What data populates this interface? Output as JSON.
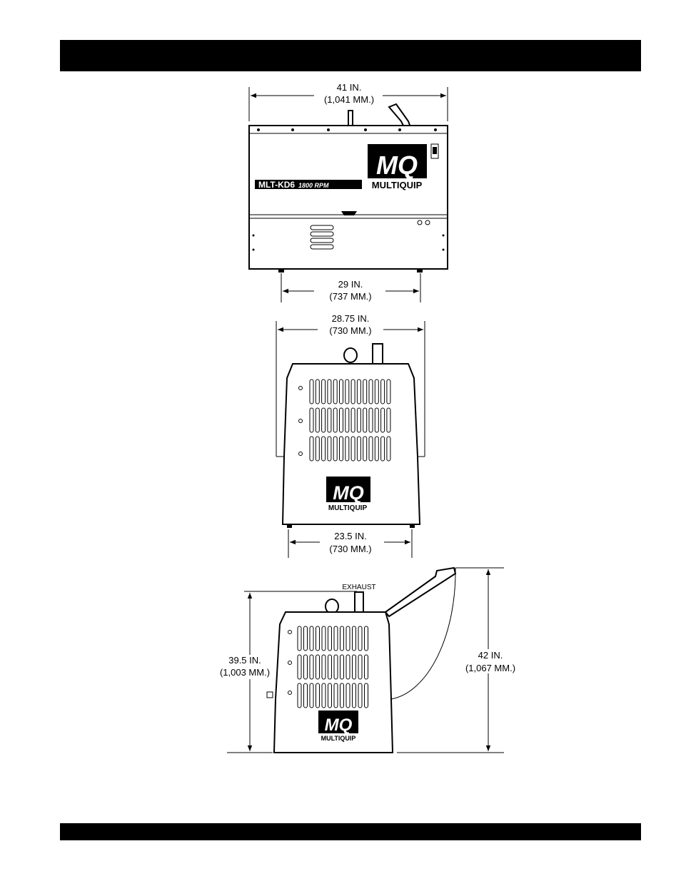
{
  "front_view": {
    "width_in": "41 IN.",
    "width_mm": "(1,041 MM.)",
    "base_in": "29 IN.",
    "base_mm": "(737 MM.)",
    "model_label": "MLT-KD6",
    "rpm_label": "1800 RPM",
    "logo_mark": "MQ",
    "brand": "MULTIQUIP"
  },
  "side_view": {
    "width_in": "28.75 IN.",
    "width_mm": "(730 MM.)",
    "base_in": "23.5 IN.",
    "base_mm": "(730 MM.)",
    "logo_mark": "MQ",
    "brand": "MULTIQUIP"
  },
  "height_view": {
    "exhaust_label": "EXHAUST",
    "height_in": "39.5 IN.",
    "height_mm": "(1,003 MM.)",
    "max_height_in": "42 IN.",
    "max_height_mm": "(1,067 MM.)",
    "logo_mark": "MQ",
    "brand": "MULTIQUIP"
  }
}
